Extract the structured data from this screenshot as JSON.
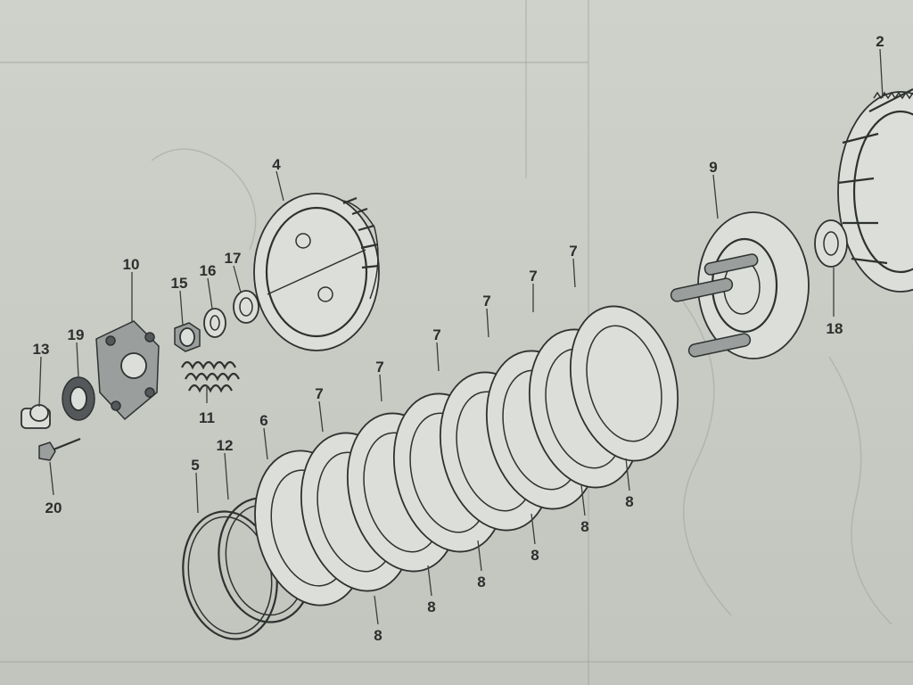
{
  "callouts": {
    "p2": "2",
    "p4": "4",
    "p5": "5",
    "p6": "6",
    "p7": "7",
    "p8": "8",
    "p9": "9",
    "p10": "10",
    "p11": "11",
    "p12": "12",
    "p13": "13",
    "p15": "15",
    "p16": "16",
    "p17": "17",
    "p18": "18",
    "p19": "19",
    "p20": "20"
  }
}
